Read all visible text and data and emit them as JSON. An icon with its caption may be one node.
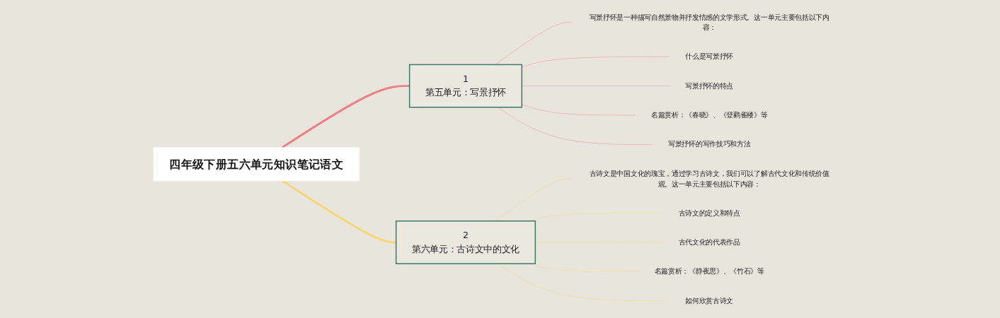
{
  "diagram": {
    "nodes": [
      {
        "text": [
          "四年级下册五六单元知识笔记语文"
        ]
      },
      {
        "text": [
          "1",
          "第五单元：写景抒怀"
        ]
      },
      {
        "text": [
          "写景抒怀是一种描写自然景物并抒发情感的文学形式。这一单元主要包括以下内容："
        ]
      },
      {
        "text": [
          "什么是写景抒怀"
        ]
      },
      {
        "text": [
          "写景抒怀的特点"
        ]
      },
      {
        "text": [
          "名篇赏析：《春晓》、《登鹳雀楼》等"
        ]
      },
      {
        "text": [
          "写景抒怀的写作技巧和方法"
        ]
      },
      {
        "text": [
          "2",
          "第六单元：古诗文中的文化"
        ]
      },
      {
        "text": [
          "古诗文是中国文化的瑰宝，通过学习古诗文，我们可以了解古代文化和传统价值观。这一单元主要包括以下内容："
        ]
      },
      {
        "text": [
          "古诗文的定义和特点"
        ]
      },
      {
        "text": [
          "古代文化的代表作品"
        ]
      },
      {
        "text": [
          "名篇赏析：《静夜思》、《竹石》等"
        ]
      },
      {
        "text": [
          "如何欣赏古诗文"
        ]
      }
    ],
    "edges": [
      {
        "from": 0,
        "to": 1,
        "arrow": "none",
        "style": "thick",
        "color": "#ee7f86"
      },
      {
        "from": 1,
        "to": 2,
        "arrow": "none",
        "color": "#f4a7ab"
      },
      {
        "from": 1,
        "to": 3,
        "arrow": "none",
        "color": "#f4a7ab"
      },
      {
        "from": 1,
        "to": 4,
        "arrow": "none",
        "color": "#f4a7ab"
      },
      {
        "from": 1,
        "to": 5,
        "arrow": "none",
        "color": "#f4a7ab"
      },
      {
        "from": 1,
        "to": 6,
        "arrow": "none",
        "color": "#f4a7ab"
      },
      {
        "from": 0,
        "to": 7,
        "arrow": "none",
        "style": "thick",
        "color": "#f7d67a"
      },
      {
        "from": 7,
        "to": 8,
        "arrow": "none",
        "color": "#f7dd98"
      },
      {
        "from": 7,
        "to": 9,
        "arrow": "none",
        "color": "#f7dd98"
      },
      {
        "from": 7,
        "to": 10,
        "arrow": "none",
        "color": "#f7dd98"
      },
      {
        "from": 7,
        "to": 11,
        "arrow": "none",
        "color": "#f7dd98"
      },
      {
        "from": 7,
        "to": 12,
        "arrow": "none",
        "color": "#f7dd98"
      }
    ]
  }
}
